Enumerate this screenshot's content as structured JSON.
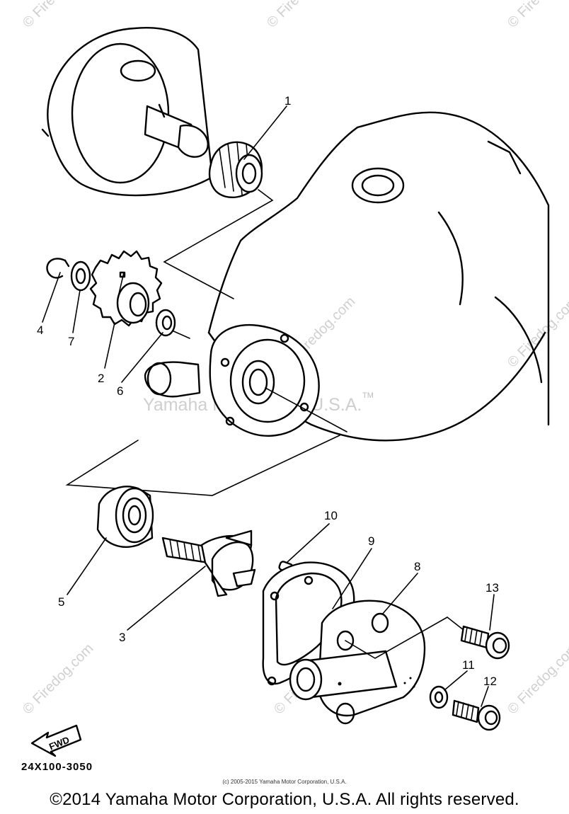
{
  "diagram": {
    "part_number": "24X100-3050",
    "fwd_label": "FWD",
    "trademark": "TM",
    "callouts": [
      {
        "id": "1",
        "label": "1"
      },
      {
        "id": "2",
        "label": "2"
      },
      {
        "id": "3",
        "label": "3"
      },
      {
        "id": "4",
        "label": "4"
      },
      {
        "id": "5",
        "label": "5"
      },
      {
        "id": "6",
        "label": "6"
      },
      {
        "id": "7",
        "label": "7"
      },
      {
        "id": "8",
        "label": "8"
      },
      {
        "id": "9",
        "label": "9"
      },
      {
        "id": "10",
        "label": "10"
      },
      {
        "id": "11",
        "label": "11"
      },
      {
        "id": "12",
        "label": "12"
      },
      {
        "id": "13",
        "label": "13"
      }
    ]
  },
  "watermarks": {
    "center": "Yamaha Motor Corp, U.S.A.",
    "firedog": "© Firedog.com"
  },
  "footer": {
    "small_copyright": "(c) 2005-2015 Yamaha Motor Corporation, U.S.A.",
    "main_copyright": "©2014 Yamaha Motor Corporation, U.S.A. All rights reserved."
  }
}
